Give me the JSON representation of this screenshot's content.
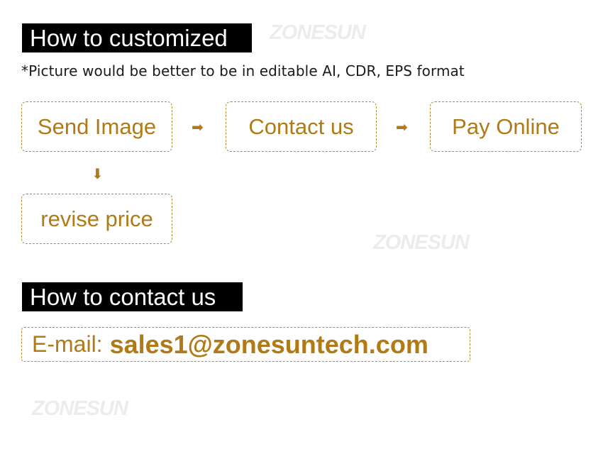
{
  "sections": {
    "customize_heading": "How to customized",
    "format_note": "*Picture would be better to be in editable AI, CDR, EPS format",
    "contact_heading": "How to contact us"
  },
  "steps": {
    "send_image": "Send Image",
    "contact_us": "Contact us",
    "pay_online": "Pay Online",
    "revise_price": "revise price"
  },
  "arrows": {
    "right": "➡",
    "down": "⬇"
  },
  "contact": {
    "email_label": "E-mail:",
    "email_address": "sales1@zonesuntech.com"
  },
  "watermark": "ZONESUN",
  "colors": {
    "accent": "#b07a17",
    "heading_bg": "#000000",
    "heading_text": "#ffffff"
  }
}
